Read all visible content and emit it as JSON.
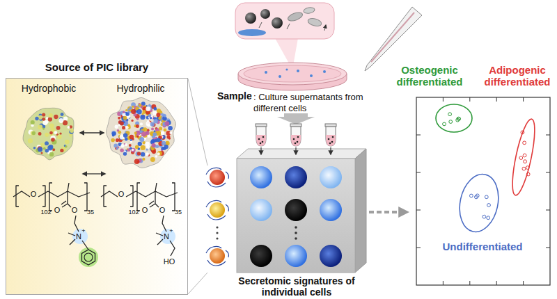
{
  "diagram": {
    "nodes": [
      {
        "text": [
          "Source of PIC library"
        ]
      },
      {
        "text": [
          "Secretomic signatures of individual cells"
        ]
      },
      {
        "text": [
          "Osteogenic differentiated"
        ]
      },
      {
        "text": [
          "Adipogenic differentiated"
        ]
      },
      {
        "text": [
          "Undifferentiated"
        ]
      }
    ],
    "labels": [
      "Hydrophobic",
      "Hydrophilic",
      "O",
      "O",
      "O",
      "N",
      "+",
      "102",
      "35",
      "O",
      "O",
      "O",
      "N",
      "+",
      "HO",
      "102",
      "35",
      "Sample",
      ": Culture supernatants from different cells"
    ]
  }
}
